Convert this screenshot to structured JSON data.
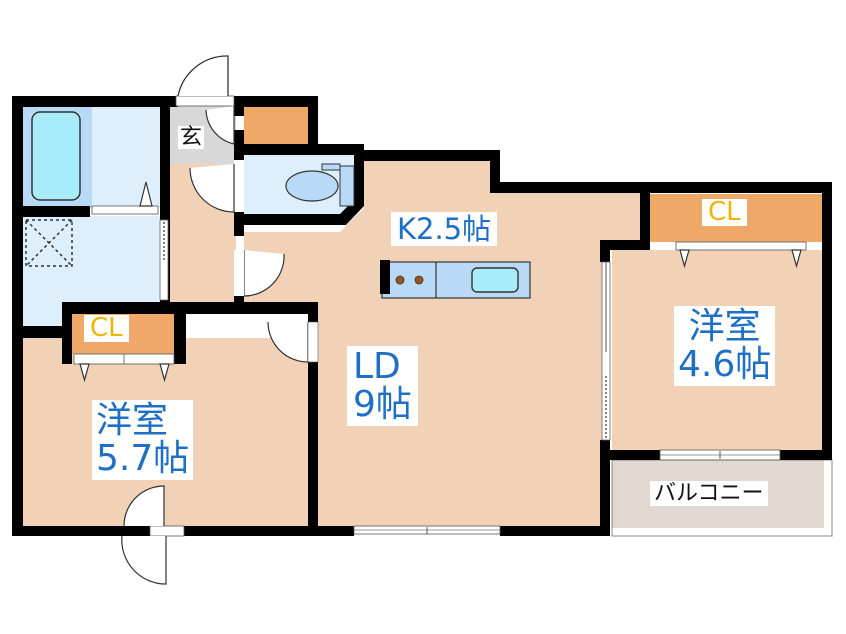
{
  "floor_plan": {
    "colors": {
      "wall": "#000000",
      "room_floor": "#f2d2b6",
      "wet_area": "#ddeffc",
      "bathtub_area": "#b9daf6",
      "bathtub": "#a8ecfc",
      "closet": "#f0a868",
      "entrance": "#d8d8d8",
      "balcony": "#e2d8d0",
      "room_label": "#1f6fc4",
      "closet_label": "#f0b400"
    },
    "rooms": {
      "kitchen": {
        "name": "K2.5帖"
      },
      "living_dining": {
        "line1": "LD",
        "line2": "9帖"
      },
      "western_room_right": {
        "line1": "洋室",
        "line2": "4.6帖"
      },
      "western_room_left": {
        "line1": "洋室",
        "line2": "5.7帖"
      },
      "closet_right": {
        "name": "CL"
      },
      "closet_left": {
        "name": "CL"
      },
      "entrance": {
        "name": "玄"
      },
      "balcony": {
        "name": "バルコニー"
      }
    }
  }
}
